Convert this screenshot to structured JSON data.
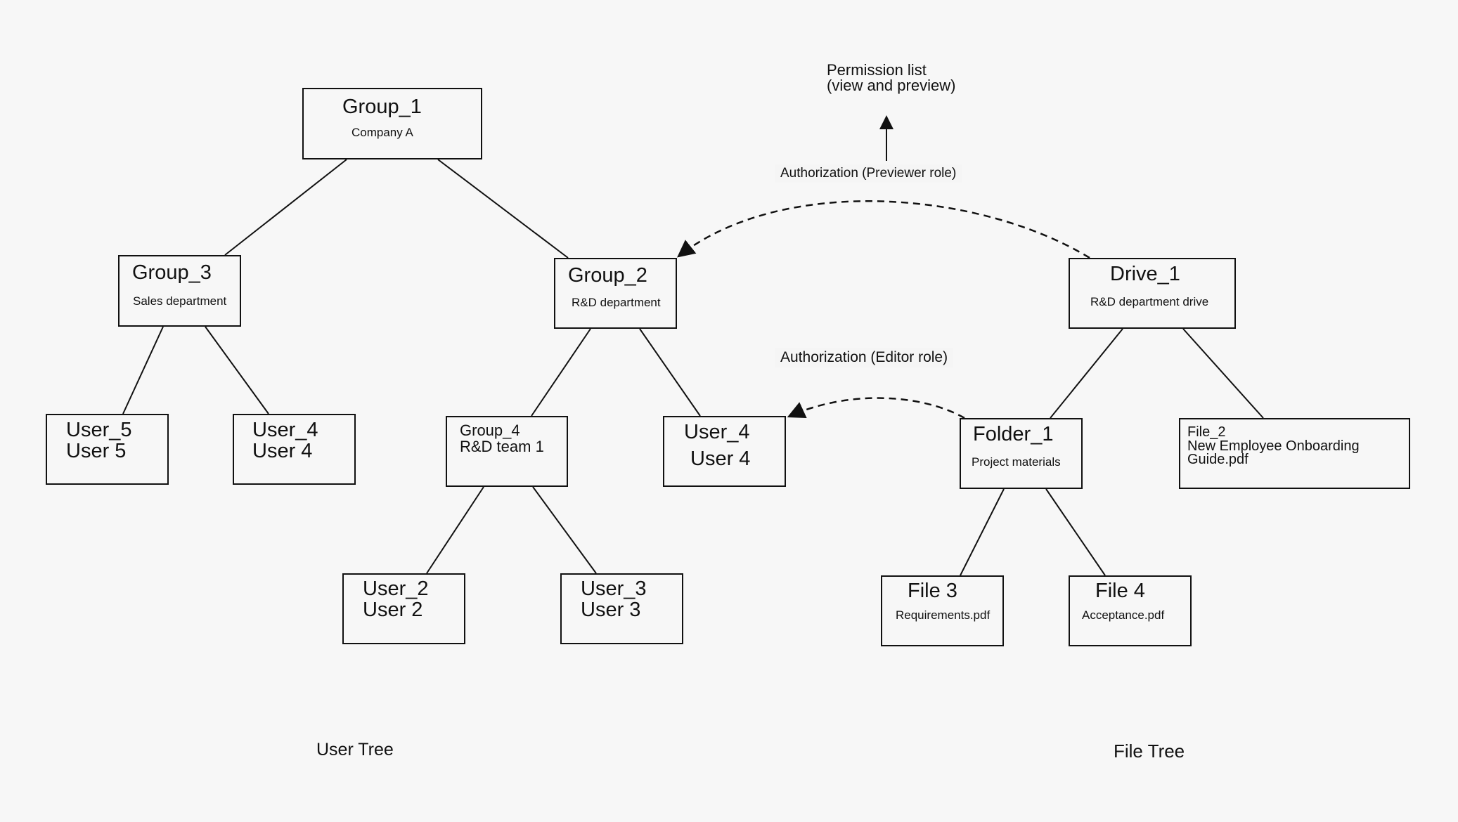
{
  "diagram": {
    "nodes": {
      "group1": {
        "title": "Group_1",
        "subtitle": "Company A"
      },
      "group3": {
        "title": "Group_3",
        "subtitle": "Sales department"
      },
      "group2": {
        "title": "Group_2",
        "subtitle": "R&D department"
      },
      "user5": {
        "line1": "User_5",
        "line2": "User 5"
      },
      "user4_left": {
        "line1": "User_4",
        "line2": "User 4"
      },
      "group4": {
        "line1": "Group_4",
        "line2": "R&D team 1"
      },
      "user4_right": {
        "line1": "User_4",
        "line2": "User 4"
      },
      "user2": {
        "line1": "User_2",
        "line2": "User 2"
      },
      "user3": {
        "line1": "User_3",
        "line2": "User 3"
      },
      "drive1": {
        "title": "Drive_1",
        "subtitle": "R&D department drive"
      },
      "folder1": {
        "title": "Folder_1",
        "subtitle": "Project materials"
      },
      "file2": {
        "line1": "File_2",
        "line2": "New Employee Onboarding",
        "line3": "Guide.pdf"
      },
      "file3": {
        "title": "File 3",
        "subtitle": "Requirements.pdf"
      },
      "file4": {
        "title": "File 4",
        "subtitle": "Acceptance.pdf"
      }
    },
    "labels": {
      "permission_line1": "Permission list",
      "permission_line2": "(view and preview)",
      "previewer_role": "Authorization (Previewer role)",
      "editor_role": "Authorization (Editor role)",
      "user_tree": "User Tree",
      "file_tree": "File Tree"
    },
    "colors": {
      "background": "#f7f7f7",
      "stroke": "#111111"
    }
  }
}
